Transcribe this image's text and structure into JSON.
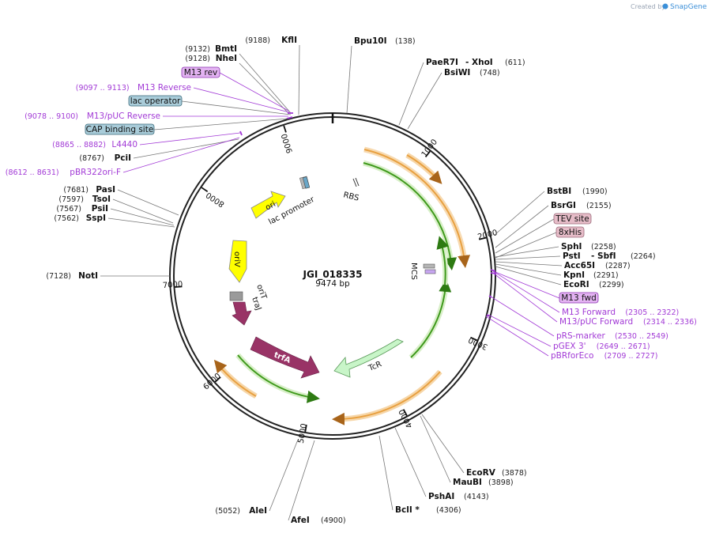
{
  "credit": {
    "prefix": "Created by",
    "brand": "SnapGene"
  },
  "plasmid": {
    "name": "JGI_018335",
    "length_text": "9474 bp",
    "length": 9474
  },
  "ticks": [
    {
      "bp": 1000,
      "label": "1000"
    },
    {
      "bp": 2000,
      "label": "2000"
    },
    {
      "bp": 3000,
      "label": "3000"
    },
    {
      "bp": 4000,
      "label": "4000"
    },
    {
      "bp": 5000,
      "label": "5000"
    },
    {
      "bp": 6000,
      "label": "6000"
    },
    {
      "bp": 7000,
      "label": "7000"
    },
    {
      "bp": 8000,
      "label": "8000"
    },
    {
      "bp": 9000,
      "label": "9000"
    }
  ],
  "sites": [
    {
      "name": "Bpu10I",
      "pos": "(138)"
    },
    {
      "name": "PaeR7I",
      "suffix": "- XhoI",
      "pos": "(611)"
    },
    {
      "name": "BsiWI",
      "pos": "(748)"
    },
    {
      "name": "BstBI",
      "pos": "(1990)"
    },
    {
      "name": "BsrGI",
      "pos": "(2155)"
    },
    {
      "name": "SphI",
      "pos": "(2258)"
    },
    {
      "name": "PstI",
      "suffix": "- SbfI",
      "pos": "(2264)"
    },
    {
      "name": "Acc65I",
      "pos": "(2287)"
    },
    {
      "name": "KpnI",
      "pos": "(2291)"
    },
    {
      "name": "EcoRI",
      "pos": "(2299)"
    },
    {
      "name": "EcoRV",
      "pos": "(3878)"
    },
    {
      "name": "MauBI",
      "pos": "(3898)"
    },
    {
      "name": "PshAI",
      "pos": "(4143)"
    },
    {
      "name": "BclI *",
      "pos": "(4306)"
    },
    {
      "name": "AleI",
      "pos": "(5052)"
    },
    {
      "name": "AfeI",
      "pos": "(4900)"
    },
    {
      "name": "NotI",
      "pos": "(7128)"
    },
    {
      "name": "SspI",
      "pos": "(7562)"
    },
    {
      "name": "PsiI",
      "pos": "(7567)"
    },
    {
      "name": "TsoI",
      "pos": "(7597)"
    },
    {
      "name": "PasI",
      "pos": "(7681)"
    },
    {
      "name": "PciI",
      "pos": "(8767)"
    },
    {
      "name": "NheI",
      "pos": "(9128)"
    },
    {
      "name": "BmtI",
      "pos": "(9132)"
    },
    {
      "name": "KflI",
      "pos": "(9188)"
    }
  ],
  "primers": [
    {
      "name": "M13 Reverse",
      "pos": "(9097 .. 9113)"
    },
    {
      "name": "M13/pUC Reverse",
      "pos": "(9078 .. 9100)"
    },
    {
      "name": "L4440",
      "pos": "(8865 .. 8882)"
    },
    {
      "name": "pBR322ori-F",
      "pos": "(8612 .. 8631)"
    },
    {
      "name": "M13 Forward",
      "pos": "(2305 .. 2322)"
    },
    {
      "name": "M13/pUC Forward",
      "pos": "(2314 .. 2336)"
    },
    {
      "name": "pRS-marker",
      "pos": "(2530 .. 2549)"
    },
    {
      "name": "pGEX 3'",
      "pos": "(2649 .. 2671)"
    },
    {
      "name": "pBRforEco",
      "pos": "(2709 .. 2727)"
    }
  ],
  "boxed_features": [
    {
      "name": "M13 rev",
      "color": "#e3b3f2",
      "border": "#8a35b0"
    },
    {
      "name": "lac operator",
      "color": "#a9ccd9",
      "border": "#3a6a7a"
    },
    {
      "name": "CAP binding site",
      "color": "#a9ccd9",
      "border": "#3a6a7a"
    },
    {
      "name": "TEV site",
      "color": "#e6bcc8",
      "border": "#9a6a7a"
    },
    {
      "name": "8xHis",
      "color": "#e6bcc8",
      "border": "#9a6a7a"
    },
    {
      "name": "M13 fwd",
      "color": "#e3b3f2",
      "border": "#8a35b0"
    }
  ],
  "features": [
    {
      "name": "ori",
      "color": "#ffff00"
    },
    {
      "name": "oriV",
      "color": "#ffff00"
    },
    {
      "name": "lac promoter",
      "color": "#c0c0c0"
    },
    {
      "name": "RBS",
      "color": "#ffffff"
    },
    {
      "name": "MCS",
      "color": "#c0c0c0"
    },
    {
      "name": "oriT",
      "color": "#9a9a9a"
    },
    {
      "name": "traJ",
      "color": "#993366"
    },
    {
      "name": "trfA",
      "color": "#993366"
    },
    {
      "name": "TcR",
      "color": "#c8f5c8"
    }
  ],
  "colors": {
    "primer": "#a23ad6",
    "orf_orange": "#e8a040",
    "orf_green": "#3f9a1c",
    "backbone": "#222222"
  }
}
